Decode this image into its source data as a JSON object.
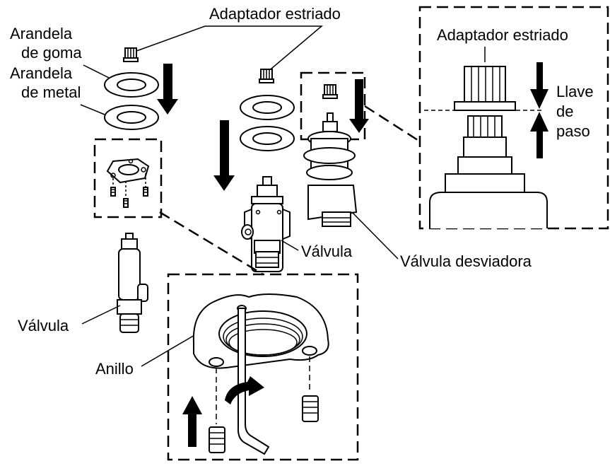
{
  "labels": {
    "adaptador_estriado_top": "Adaptador estriado",
    "arandela_goma_line1": "Arandela",
    "arandela_goma_line2": "de goma",
    "arandela_metal_line1": "Arandela",
    "arandela_metal_line2": "de metal",
    "adaptador_estriado_detail": "Adaptador estriado",
    "llave_line1": "Llave",
    "llave_line2": "de",
    "llave_line3": "paso",
    "valvula_center": "Válvula",
    "valvula_desviadora": "Válvula desviadora",
    "valvula_left": "Válvula",
    "anillo": "Anillo"
  },
  "icons": {
    "install_arrow": "down-arrow-icon",
    "rotate_arrow": "curved-arrow-icon",
    "insert_arrow": "up-arrow-icon",
    "gap_arrows": "double-arrow-icon"
  },
  "colors": {
    "line": "#000000",
    "background": "#ffffff"
  }
}
